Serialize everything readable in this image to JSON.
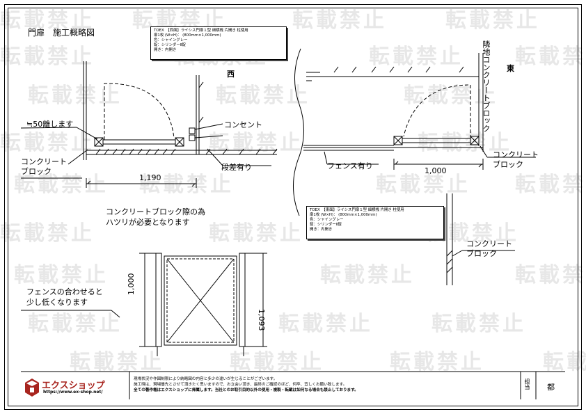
{
  "title": "門扉　施工概略図",
  "spec_west": {
    "line1": "TOEX　【西面】ライシス門扉１型 細横桟 片開き 柱使用",
    "line2": "扉1枚 (W×H)： (800mm×1,000mm)",
    "line3": "色：シャイングレー",
    "line4": "錠：シリンダーⅡ錠",
    "line5": "開き：内開き"
  },
  "spec_east": {
    "line1": "TOEX　【東面】ライシス門扉１型 細横桟 片開き 柱使用",
    "line2": "扉1枚 (W×H)： (800mm×1,000mm)",
    "line3": "色：シャイングレー",
    "line4": "錠：シリンダーⅡ錠",
    "line5": "開き：内開き"
  },
  "labels": {
    "west": "西",
    "east": "東",
    "approx50": "≒50離します",
    "concrete_block_left": "コンクリート\nブロック",
    "outlet": "コンセント",
    "step": "段差有り",
    "dim_1190": "1,190",
    "chipping_note": "コンクリートブロック際の為\nハツリが必要となります",
    "neighbor_block": "隣地コンクリートブロック",
    "concrete_block_right": "コンクリート\nブロック",
    "fence": "フェンス有り",
    "dim_1000": "1,000",
    "concrete_block_bottom": "コンクリート\nブロック",
    "fence_lower": "フェンスの合わせると\n少し低くなります",
    "dim_h1000": "1,000",
    "dim_h1093": "1,093"
  },
  "footer": {
    "brand": "エクスショップ",
    "url": "https://www.ex-shop.net/",
    "note1": "現場状況や作図制限により納略図の内容と多少の違いが生じることがございます。",
    "note2": "施工時は、現場優先とさせて頂きたく思いますので、お立会い頂き、最終のご確認のほど、何卒、宜しくお願い致します。",
    "note3": "全ての著作権はエクスショップに帰属します。当社とのお取引目的以外の使用・複製・転載は如何なる場合も禁止しております。",
    "tantou": "担当",
    "tantou_name": "都"
  },
  "watermark": "転載禁止"
}
